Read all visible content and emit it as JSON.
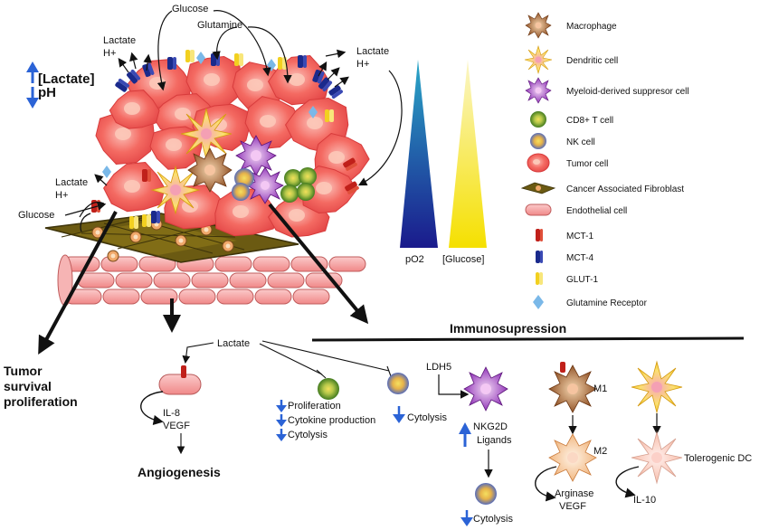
{
  "microenvironment": {
    "glucose": "Glucose",
    "glutamine": "Glutamine",
    "lactate_left": "Lactate",
    "h_left": "H+",
    "lactate_right": "Lactate",
    "h_right": "H+",
    "lactate_caf": "Lactate",
    "h_caf": "H+",
    "glucose_caf": "Glucose",
    "lactate_level": "[Lactate]",
    "ph_level": "pH"
  },
  "gradients": {
    "po2_label": "pO2",
    "glucose_label": "[Glucose]",
    "po2_color": "#1a1a8c",
    "glucose_color": "#f5e000"
  },
  "legend": [
    {
      "label": "Macrophage",
      "icon": "macrophage-icon"
    },
    {
      "label": "Dendritic cell",
      "icon": "dendritic-cell-icon"
    },
    {
      "label": "Myeloid-derived suppresor cell",
      "icon": "mdsc-icon"
    },
    {
      "label": "CD8+ T cell",
      "icon": "cd8-t-cell-icon"
    },
    {
      "label": "NK cell",
      "icon": "nk-cell-icon"
    },
    {
      "label": "Tumor cell",
      "icon": "tumor-cell-icon"
    },
    {
      "label": "Cancer Associated Fibroblast",
      "icon": "caf-icon"
    },
    {
      "label": "Endothelial cell",
      "icon": "endothelial-cell-icon"
    },
    {
      "label": "MCT-1",
      "icon": "mct1-icon"
    },
    {
      "label": "MCT-4",
      "icon": "mct4-icon"
    },
    {
      "label": "GLUT-1",
      "icon": "glut1-icon"
    },
    {
      "label": "Glutamine Receptor",
      "icon": "glutamine-receptor-icon"
    }
  ],
  "outcomes": {
    "tumor_survival_1": "Tumor",
    "tumor_survival_2": "survival",
    "tumor_survival_3": "proliferation",
    "lactate": "Lactate",
    "il8": "IL-8",
    "vegf": "VEGF",
    "angiogenesis": "Angiogenesis",
    "cd8_effects": [
      "Proliferation",
      "Cytokine production",
      "Cytolysis"
    ],
    "nk_effect": "Cytolysis",
    "immunosupression": "Immunosupression",
    "ldh5": "LDH5",
    "nkg2d_1": "NKG2D",
    "nkg2d_2": "Ligands",
    "nk_cytolysis": "Cytolysis",
    "m1": "M1",
    "m2": "M2",
    "arginase": "Arginase",
    "m2_vegf": "VEGF",
    "tolerogenic_dc": "Tolerogenic DC",
    "il10": "IL-10"
  },
  "colors": {
    "tumor": "#f25c5c",
    "endothelial": "#f4a0a0",
    "caf": "#6b5a12",
    "arrow_down": "#2b63d6",
    "mct1": "#c0201a",
    "mct4": "#1a2a8c",
    "glut1": "#f2d020",
    "glutamine_receptor": "#7ab8e8"
  }
}
